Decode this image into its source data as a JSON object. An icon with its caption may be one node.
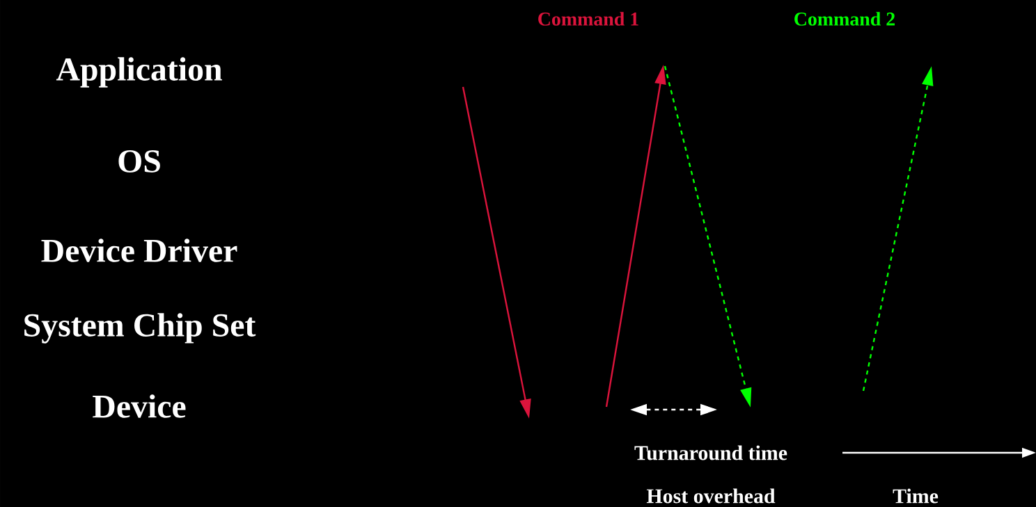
{
  "diagram": {
    "labels": [
      "Command 1",
      "Command 2",
      "Application",
      "OS",
      "Device Driver",
      "System Chip Set",
      "Device",
      "Turnaround time",
      "Host overhead",
      "Time"
    ]
  }
}
